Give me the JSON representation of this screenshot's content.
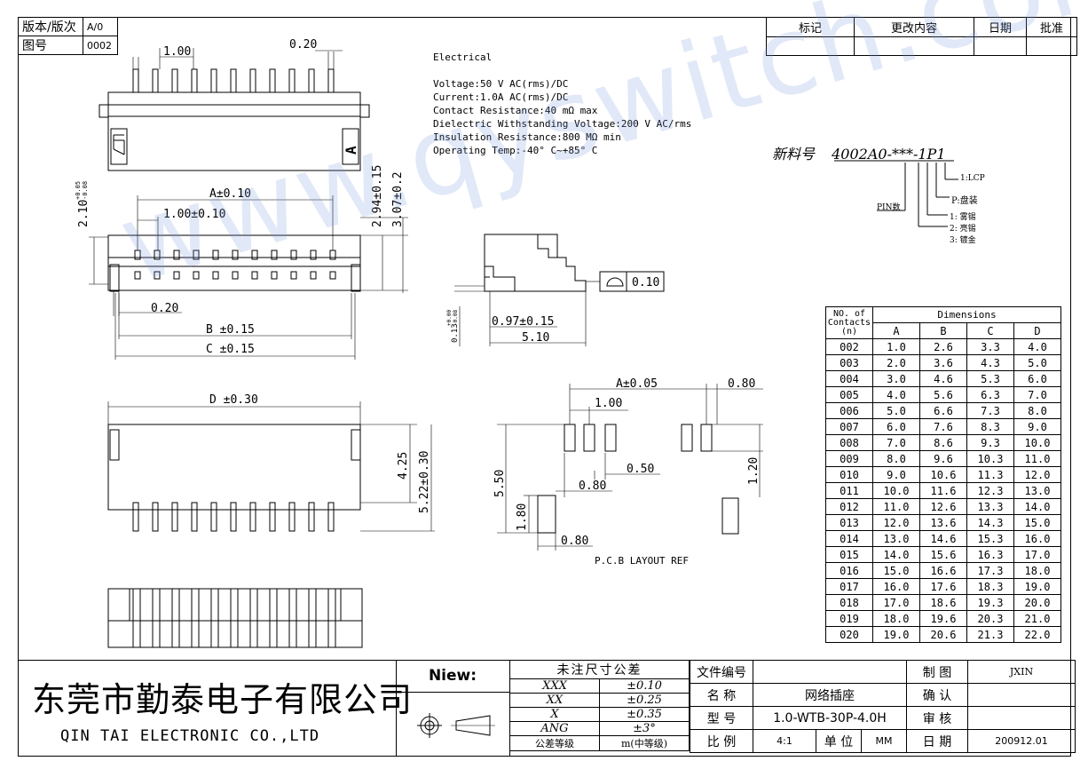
{
  "title_block_topleft": {
    "version_label": "版本/版次",
    "version_value": "A/0",
    "drawing_no_label": "图号",
    "drawing_no_value": "0002"
  },
  "revision_table": {
    "headers": [
      "标记",
      "更改内容",
      "日期",
      "批准"
    ]
  },
  "electrical": {
    "heading": "Electrical",
    "lines": [
      "Voltage:50 V AC(rms)/DC",
      "Current:1.0A AC(rms)/DC",
      "Contact Resistance:40 mΩ  max",
      "Dielectric Withstanding Voltage:200 V AC/rms",
      "Insulation Resistance:800 MΩ  min",
      "Operating Temp:-40° C~+85° C"
    ]
  },
  "part_number": {
    "label": "新料号",
    "code": "4002A0-***-1P1",
    "legend": {
      "lcp": "1:LCP",
      "pack": "P:盘装",
      "pin": "PIN数",
      "plating": [
        "1: 雾锡",
        "2: 亮锡",
        "3: 镀金"
      ]
    }
  },
  "drawing_labels": {
    "pitch_top": "1.00",
    "pin_width": "0.20",
    "dim_a": "A±0.10",
    "pitch_tol": "1.00±0.10",
    "height_left": "2.10",
    "height_left_tol_upper": "+0.05",
    "height_left_tol_lower": "-0.08",
    "h294": "2.94±0.15",
    "h307": "3.07±0.2",
    "w020": "0.20",
    "dim_b": "B ±0.15",
    "dim_c": "C ±0.15",
    "side_097": "0.97±0.15",
    "side_510": "5.10",
    "side_013": "0.13",
    "side_013_tol_upper": "+0.00",
    "side_013_tol_lower": "-0.08",
    "flatness": "0.10",
    "dim_d": "D ±0.30",
    "h425": "4.25",
    "h522": "5.22±0.30",
    "pcb_a": "A±0.05",
    "pcb_080_top": "0.80",
    "pcb_100": "1.00",
    "pcb_050": "0.50",
    "pcb_080_mid": "0.80",
    "pcb_550": "5.50",
    "pcb_120": "1.20",
    "pcb_180": "1.80",
    "pcb_080_bot": "0.80",
    "pcb_caption": "P.C.B LAYOUT REF",
    "letter_a": "A"
  },
  "dimensions_table": {
    "header_contacts": [
      "NO. of",
      "Contacts",
      "(n)"
    ],
    "header_dimensions": "Dimensions",
    "columns": [
      "A",
      "B",
      "C",
      "D"
    ],
    "rows": [
      [
        "002",
        "1.0",
        "2.6",
        "3.3",
        "4.0"
      ],
      [
        "003",
        "2.0",
        "3.6",
        "4.3",
        "5.0"
      ],
      [
        "004",
        "3.0",
        "4.6",
        "5.3",
        "6.0"
      ],
      [
        "005",
        "4.0",
        "5.6",
        "6.3",
        "7.0"
      ],
      [
        "006",
        "5.0",
        "6.6",
        "7.3",
        "8.0"
      ],
      [
        "007",
        "6.0",
        "7.6",
        "8.3",
        "9.0"
      ],
      [
        "008",
        "7.0",
        "8.6",
        "9.3",
        "10.0"
      ],
      [
        "009",
        "8.0",
        "9.6",
        "10.3",
        "11.0"
      ],
      [
        "010",
        "9.0",
        "10.6",
        "11.3",
        "12.0"
      ],
      [
        "011",
        "10.0",
        "11.6",
        "12.3",
        "13.0"
      ],
      [
        "012",
        "11.0",
        "12.6",
        "13.3",
        "14.0"
      ],
      [
        "013",
        "12.0",
        "13.6",
        "14.3",
        "15.0"
      ],
      [
        "014",
        "13.0",
        "14.6",
        "15.3",
        "16.0"
      ],
      [
        "015",
        "14.0",
        "15.6",
        "16.3",
        "17.0"
      ],
      [
        "016",
        "15.0",
        "16.6",
        "17.3",
        "18.0"
      ],
      [
        "017",
        "16.0",
        "17.6",
        "18.3",
        "19.0"
      ],
      [
        "018",
        "17.0",
        "18.6",
        "19.3",
        "20.0"
      ],
      [
        "019",
        "18.0",
        "19.6",
        "20.3",
        "21.0"
      ],
      [
        "020",
        "19.0",
        "20.6",
        "21.3",
        "22.0"
      ]
    ]
  },
  "watermark": "www.qyswitch.com",
  "title_block": {
    "company_cn": "东莞市勤泰电子有限公司",
    "company_en": "QIN TAI ELECTRONIC CO.,LTD",
    "niew_label": "Niew:",
    "tolerance_title": "未注尺寸公差",
    "tolerances": [
      [
        "XXX",
        "±0.10"
      ],
      [
        "XX",
        "±0.25"
      ],
      [
        "X",
        "±0.35"
      ],
      [
        "ANG",
        "±3°"
      ]
    ],
    "grade_label": "公差等级",
    "grade_value": "m(中等级)",
    "doc_no_label": "文件编号",
    "doc_no_value": "",
    "name_label": "名  称",
    "name_value": "网络插座",
    "model_label": "型  号",
    "model_value": "1.0-WTB-30P-4.0H",
    "scale_label": "比  例",
    "scale_value": "4:1",
    "unit_label": "单 位",
    "unit_value": "MM",
    "drawn_label": "制  图",
    "drawn_value": "JXIN",
    "confirm_label": "确  认",
    "confirm_value": "",
    "review_label": "审  核",
    "review_value": "",
    "date_label": "日  期",
    "date_value": "200912.01"
  }
}
